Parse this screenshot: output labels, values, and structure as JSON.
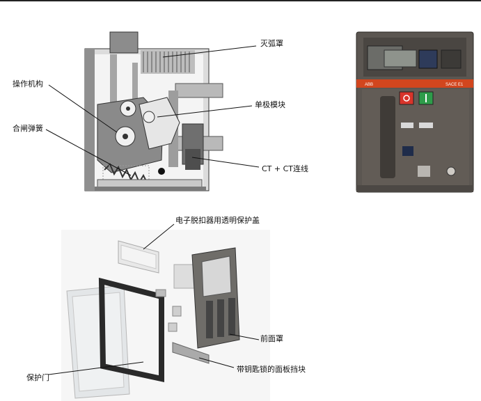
{
  "callouts": {
    "arc_chute": "灭弧罩",
    "operating_mechanism": "操作机构",
    "single_pole_module": "单极模块",
    "closing_spring": "合闸弹簧",
    "ct_wiring": "CT + CT连线",
    "trip_unit_cover": "电子脱扣器用透明保护盖",
    "front_cover": "前面罩",
    "protective_door": "保护门",
    "key_lock_panel": "带钥匙锁的面板挡块"
  },
  "breaker_front": {
    "brand": "ABB",
    "model": "SACE E1"
  },
  "colors": {
    "line": "#111111",
    "cutaway_grey": "#9a9a9a",
    "breaker_body": "#5a5550",
    "brand_strip": "#d2461e",
    "open_button": "#d8342a",
    "close_button": "#2e9c4a"
  }
}
